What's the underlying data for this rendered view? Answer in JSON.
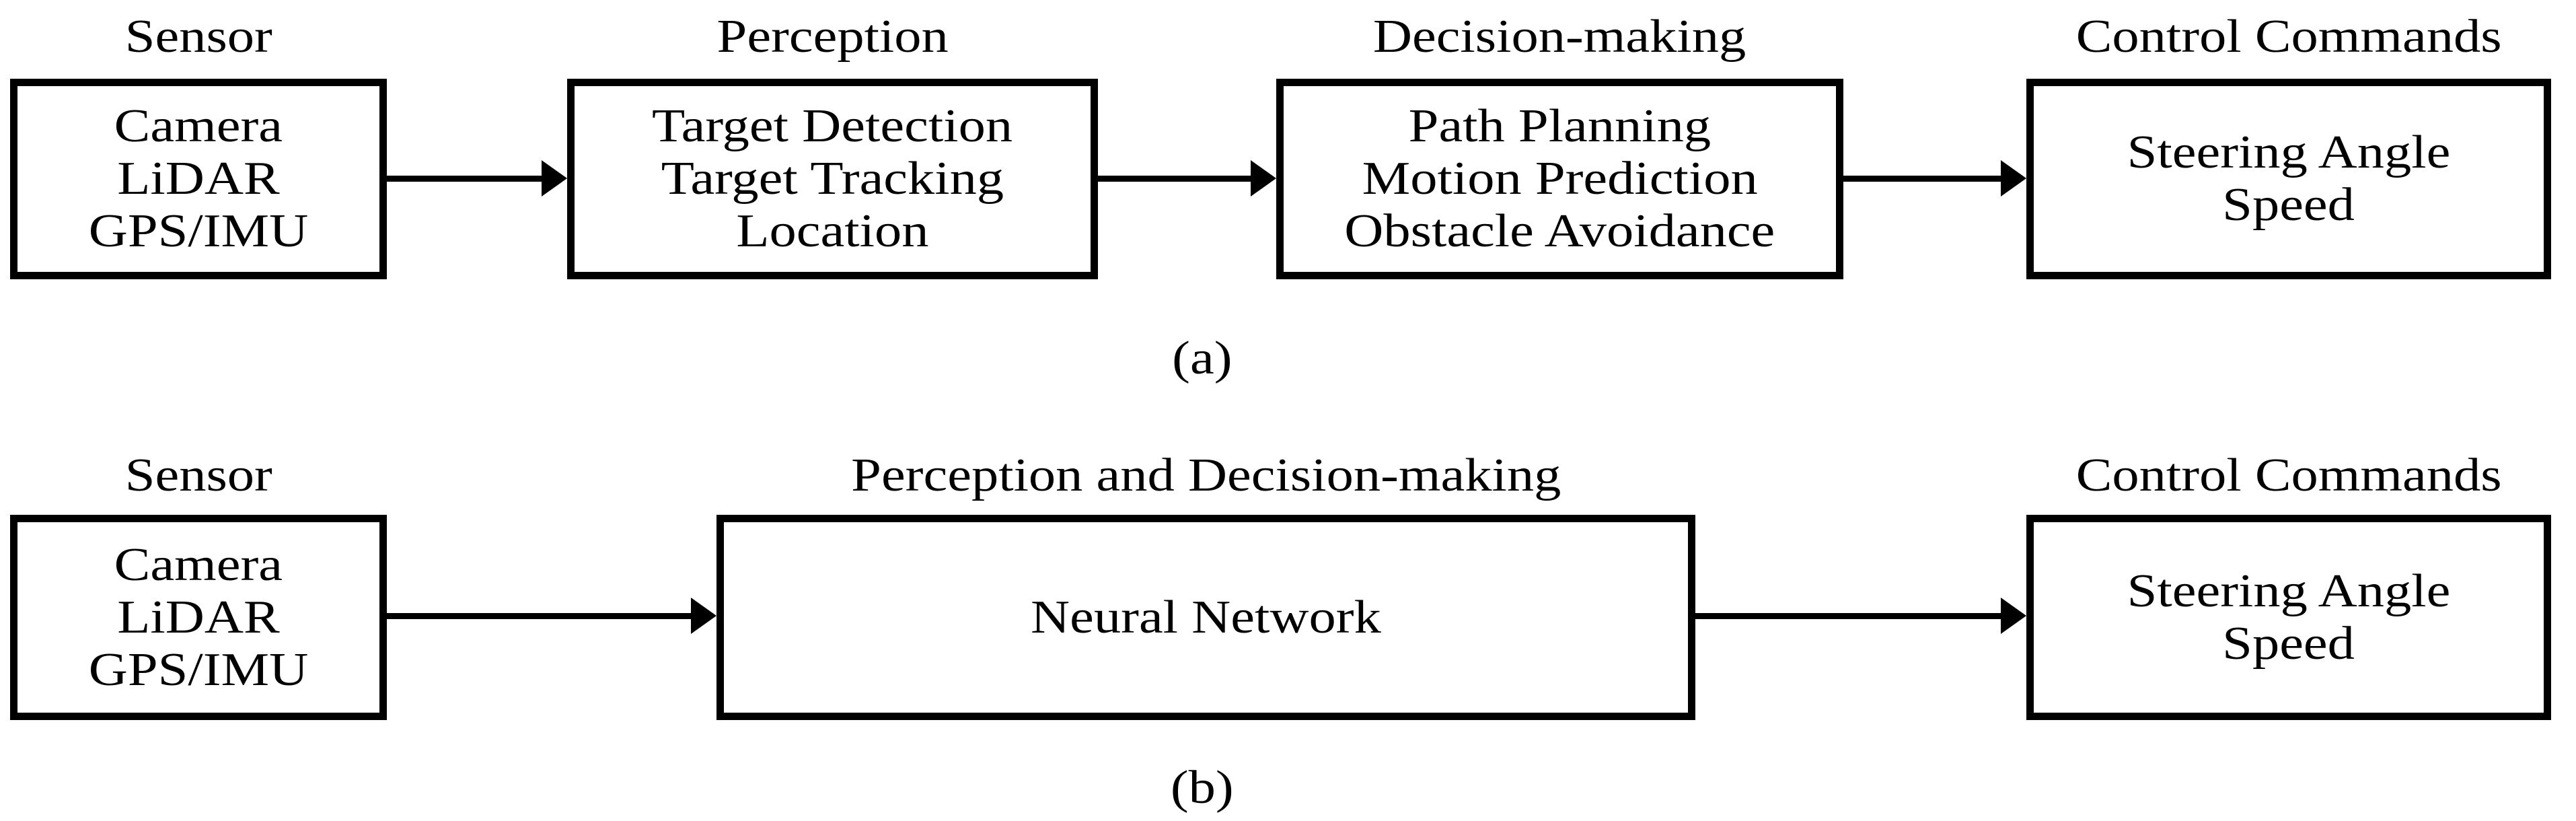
{
  "diagram": {
    "title_semantic": "Autonomous driving pipeline comparison diagram",
    "ink_color": "#000000",
    "background_color": "#ffffff",
    "pipelines": [
      {
        "caption": "(a)",
        "stages": [
          {
            "label": "Sensor",
            "items": [
              "Camera",
              "LiDAR",
              "GPS/IMU"
            ]
          },
          {
            "label": "Perception",
            "items": [
              "Target Detection",
              "Target Tracking",
              "Location"
            ]
          },
          {
            "label": "Decision-making",
            "items": [
              "Path Planning",
              "Motion Prediction",
              "Obstacle Avoidance"
            ]
          },
          {
            "label": "Control Commands",
            "items": [
              "Steering Angle",
              "Speed"
            ]
          }
        ]
      },
      {
        "caption": "(b)",
        "stages": [
          {
            "label": "Sensor",
            "items": [
              "Camera",
              "LiDAR",
              "GPS/IMU"
            ]
          },
          {
            "label": "Perception and Decision-making",
            "items": [
              "Neural Network"
            ]
          },
          {
            "label": "Control Commands",
            "items": [
              "Steering Angle",
              "Speed"
            ]
          }
        ]
      }
    ]
  }
}
